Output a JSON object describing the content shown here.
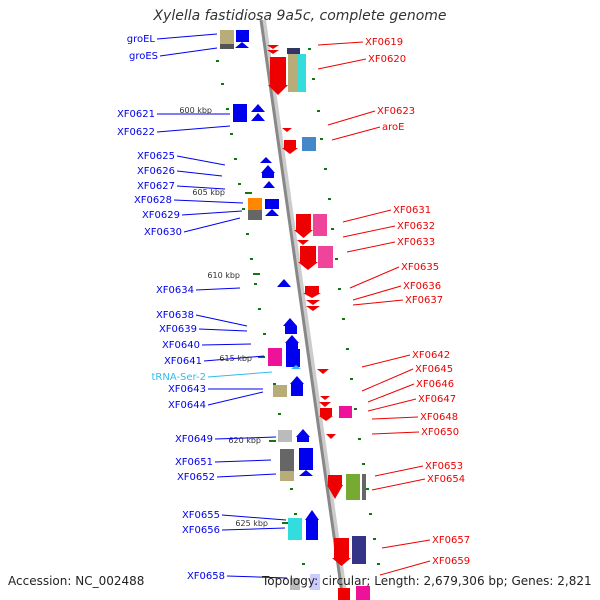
{
  "title": "Xylella fastidiosa 9a5c, complete genome",
  "accession": "Accession: NC_002488",
  "topology": "Topology: circular; Length: 2,679,306 bp; Genes: 2,821",
  "scale_labels": [
    "600 kbp",
    "605 kbp",
    "610 kbp",
    "615 kbp",
    "620 kbp",
    "625 kbp"
  ],
  "left_genes": [
    "groEL",
    "groES",
    "XF0621",
    "XF0622",
    "XF0625",
    "XF0626",
    "XF0627",
    "XF0628",
    "XF0629",
    "XF0630",
    "XF0634",
    "XF0638",
    "XF0639",
    "XF0640",
    "XF0641",
    "tRNA-Ser-2",
    "XF0643",
    "XF0644",
    "XF0649",
    "XF0651",
    "XF0652",
    "XF0655",
    "XF0656",
    "XF0658"
  ],
  "right_genes": [
    "XF0619",
    "XF0620",
    "XF0623",
    "aroE",
    "XF0631",
    "XF0632",
    "XF0633",
    "XF0635",
    "XF0636",
    "XF0637",
    "XF0642",
    "XF0645",
    "XF0646",
    "XF0647",
    "XF0648",
    "XF0650",
    "XF0653",
    "XF0654",
    "XF0657",
    "XF0659"
  ],
  "colors": {
    "forward_strand": "#0000ee",
    "reverse_strand": "#ee0000",
    "rna": "#33bbee",
    "backbone": "#999999",
    "tick": "#117711"
  }
}
